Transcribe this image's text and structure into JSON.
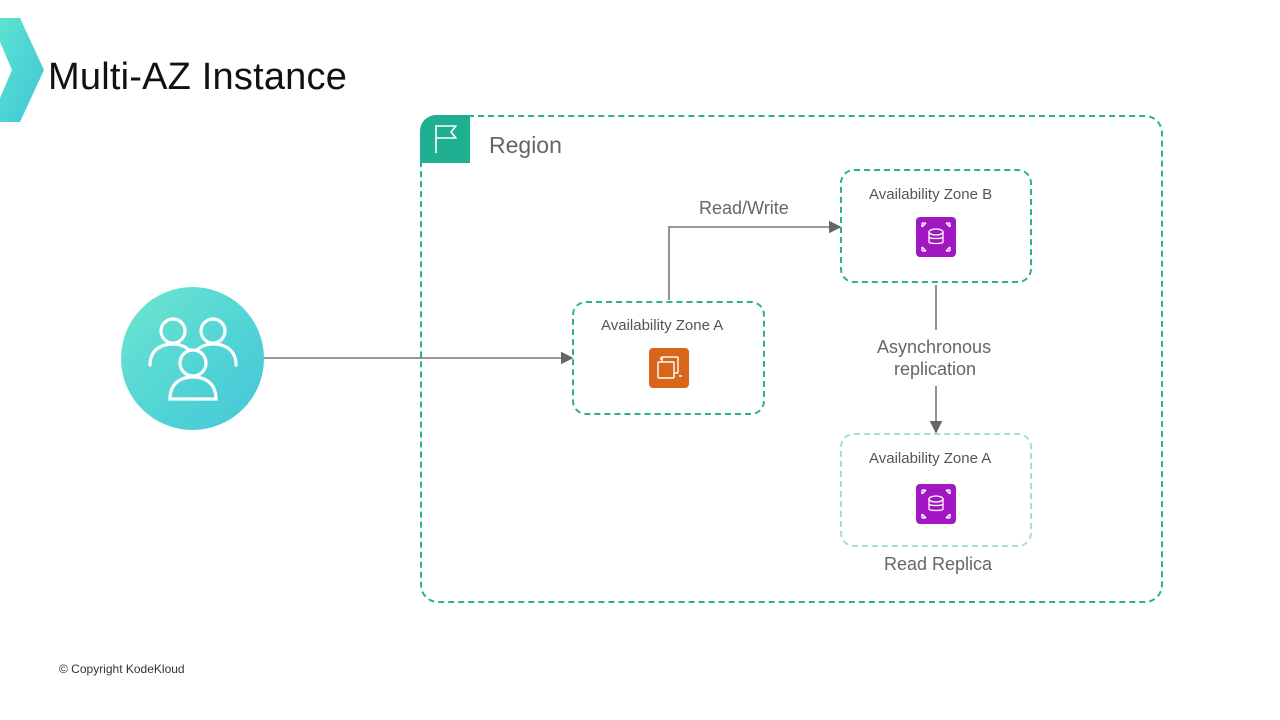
{
  "slide": {
    "title": "Multi-AZ Instance",
    "copyright": "© Copyright KodeKloud"
  },
  "region": {
    "label": "Region",
    "icon": "flag-icon"
  },
  "users": {
    "icon": "users-icon"
  },
  "zones": {
    "primary": {
      "label": "Availability Zone A",
      "icon": "ec2-instance-icon"
    },
    "standby": {
      "label": "Availability Zone B",
      "icon": "rds-database-icon"
    },
    "replica": {
      "label": "Availability Zone A",
      "icon": "rds-database-icon",
      "caption": "Read Replica"
    }
  },
  "connectors": {
    "read_write": "Read/Write",
    "async_line1": "Asynchronous",
    "async_line2": "replication"
  },
  "colors": {
    "accent": "#1fb092",
    "dashed_border": "#2eaf95",
    "ec2_orange": "#d9651b",
    "rds_purple": "#a118c2",
    "users_gradient_start": "#6fe6cf",
    "users_gradient_end": "#45c7d8"
  }
}
